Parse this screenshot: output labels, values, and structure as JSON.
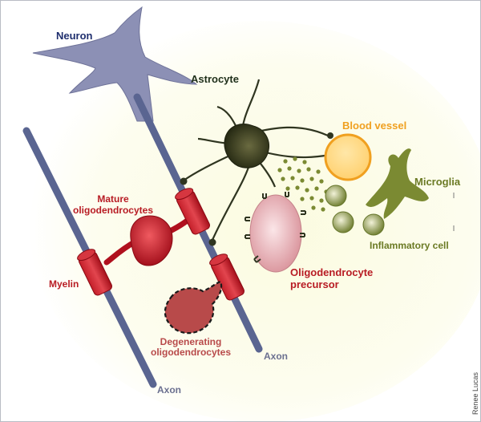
{
  "labels": {
    "neuron": "Neuron",
    "astrocyte": "Astrocyte",
    "blood_vessel": "Blood vessel",
    "microglia": "Microglia",
    "mature_line1": "Mature",
    "mature_line2": "oligodendrocytes",
    "myelin": "Myelin",
    "opc_line1": "Oligodendrocyte",
    "opc_line2": "precursor",
    "inflammatory": "Inflammatory cell",
    "degen_line1": "Degenerating",
    "degen_line2": "oligodendrocytes",
    "axon_right": "Axon",
    "axon_left": "Axon",
    "credit": "Renee Lucas"
  },
  "colors": {
    "axon": "#5a6591",
    "neuron": "#8c90b5",
    "astrocyte": "#2f3520",
    "blood_vessel_fill": "#ffd985",
    "blood_vessel_stroke": "#f0a020",
    "microglia": "#7b8a32",
    "myelin": "#c0202b",
    "oligodendrocyte": "#b0101e",
    "opc_fill": "#e0a0a8",
    "degenerating": "#b84a4a",
    "label_red": "#b81c24",
    "label_navy": "#1f2f6e",
    "label_green": "#6b7a24",
    "label_orange": "#f0a020",
    "label_gray": "#6b7090",
    "background_glow": "#fdfde8"
  }
}
